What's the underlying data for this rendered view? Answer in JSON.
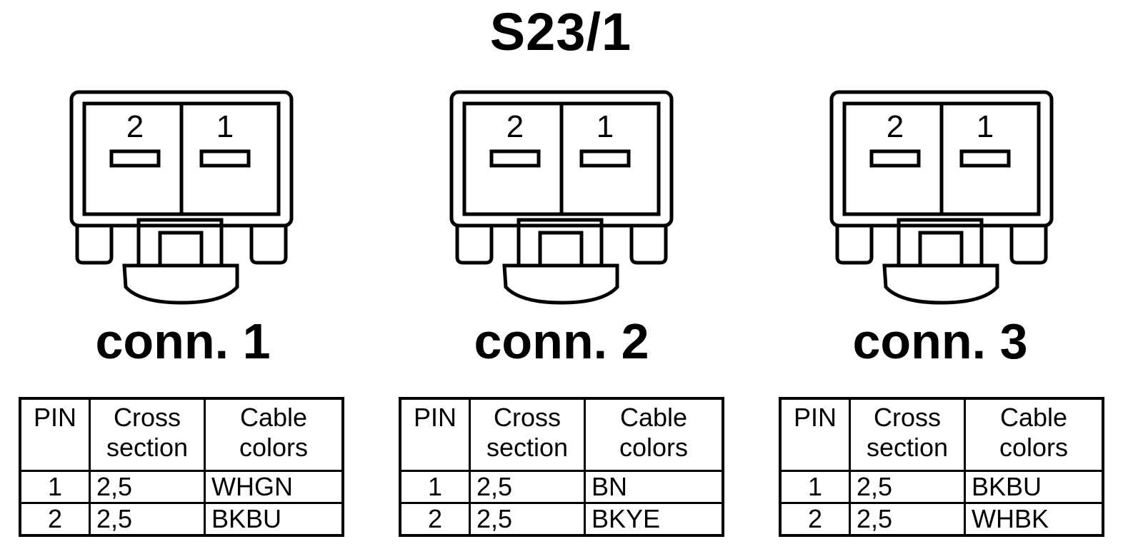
{
  "title": "S23/1",
  "connectors": [
    {
      "label": "conn. 1",
      "pin_labels": [
        "2",
        "1"
      ],
      "table": {
        "headers": [
          "PIN",
          "Cross section",
          "Cable colors"
        ],
        "rows": [
          {
            "pin": "1",
            "cross_section": "2,5",
            "cable_color": "WHGN"
          },
          {
            "pin": "2",
            "cross_section": "2,5",
            "cable_color": "BKBU"
          }
        ]
      }
    },
    {
      "label": "conn. 2",
      "pin_labels": [
        "2",
        "1"
      ],
      "table": {
        "headers": [
          "PIN",
          "Cross section",
          "Cable colors"
        ],
        "rows": [
          {
            "pin": "1",
            "cross_section": "2,5",
            "cable_color": "BN"
          },
          {
            "pin": "2",
            "cross_section": "2,5",
            "cable_color": "BKYE"
          }
        ]
      }
    },
    {
      "label": "conn. 3",
      "pin_labels": [
        "2",
        "1"
      ],
      "table": {
        "headers": [
          "PIN",
          "Cross section",
          "Cable colors"
        ],
        "rows": [
          {
            "pin": "1",
            "cross_section": "2,5",
            "cable_color": "BKBU"
          },
          {
            "pin": "2",
            "cross_section": "2,5",
            "cable_color": "WHBK"
          }
        ]
      }
    }
  ]
}
